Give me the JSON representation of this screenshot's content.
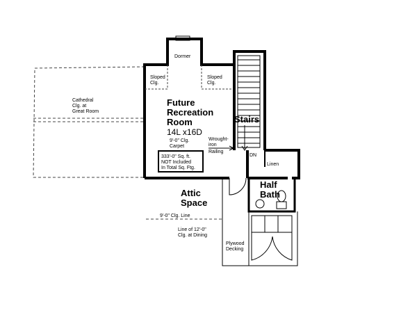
{
  "plan": {
    "dormer": "Dormer",
    "sloped_left": [
      "Sloped",
      "Clg."
    ],
    "sloped_right": [
      "Sloped",
      "Clg."
    ],
    "cathedral": [
      "Cathedral",
      "Clg. at",
      "Great Room"
    ],
    "room_name": [
      "Future",
      "Recreation",
      "Room"
    ],
    "room_size": "14L x16D",
    "room_clg": "9'-0\" Clg.",
    "room_floor": "Carpet",
    "sqft": [
      "333'-0\" Sq. ft.",
      "NOT Included",
      "In Total Sq. Ftg."
    ],
    "stairs": "Stairs",
    "railing": [
      "Wrought-",
      "iron",
      "Railing"
    ],
    "dn": "DN",
    "linen": "Linen",
    "half_bath": [
      "Half",
      "Bath"
    ],
    "attic": [
      "Attic",
      "Space"
    ],
    "clg_line": "9'-0\" Clg. Line",
    "clg_dining": [
      "Line of 12'-0\"",
      "Clg. at Dining"
    ],
    "decking": [
      "Plywood",
      "Decking"
    ]
  }
}
